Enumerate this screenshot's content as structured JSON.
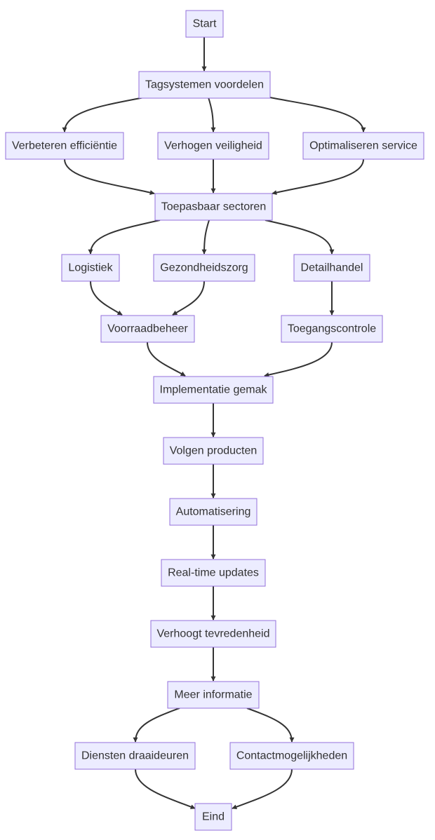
{
  "diagram": {
    "type": "flowchart",
    "nodes": {
      "start": "Start",
      "tagsystemen": "Tagsystemen voordelen",
      "efficientie": "Verbeteren efficiëntie",
      "veiligheid": "Verhogen veiligheid",
      "service": "Optimaliseren service",
      "sectoren": "Toepasbaar sectoren",
      "logistiek": "Logistiek",
      "gezondheidszorg": "Gezondheidszorg",
      "detailhandel": "Detailhandel",
      "voorraadbeheer": "Voorraadbeheer",
      "toegangscontrole": "Toegangscontrole",
      "implementatie": "Implementatie gemak",
      "volgen": "Volgen producten",
      "automatisering": "Automatisering",
      "realtime": "Real-time updates",
      "tevredenheid": "Verhoogt tevredenheid",
      "meerinfo": "Meer informatie",
      "diensten": "Diensten draaideuren",
      "contact": "Contactmogelijkheden",
      "eind": "Eind"
    },
    "edges": [
      [
        "start",
        "tagsystemen"
      ],
      [
        "tagsystemen",
        "efficientie"
      ],
      [
        "tagsystemen",
        "veiligheid"
      ],
      [
        "tagsystemen",
        "service"
      ],
      [
        "efficientie",
        "sectoren"
      ],
      [
        "veiligheid",
        "sectoren"
      ],
      [
        "service",
        "sectoren"
      ],
      [
        "sectoren",
        "logistiek"
      ],
      [
        "sectoren",
        "gezondheidszorg"
      ],
      [
        "sectoren",
        "detailhandel"
      ],
      [
        "logistiek",
        "voorraadbeheer"
      ],
      [
        "gezondheidszorg",
        "voorraadbeheer"
      ],
      [
        "detailhandel",
        "toegangscontrole"
      ],
      [
        "voorraadbeheer",
        "implementatie"
      ],
      [
        "toegangscontrole",
        "implementatie"
      ],
      [
        "implementatie",
        "volgen"
      ],
      [
        "volgen",
        "automatisering"
      ],
      [
        "automatisering",
        "realtime"
      ],
      [
        "realtime",
        "tevredenheid"
      ],
      [
        "tevredenheid",
        "meerinfo"
      ],
      [
        "meerinfo",
        "diensten"
      ],
      [
        "meerinfo",
        "contact"
      ],
      [
        "diensten",
        "eind"
      ],
      [
        "contact",
        "eind"
      ]
    ],
    "colors": {
      "node_fill": "#ececff",
      "node_stroke": "#9370db",
      "edge": "#333333",
      "text": "#333333"
    }
  }
}
